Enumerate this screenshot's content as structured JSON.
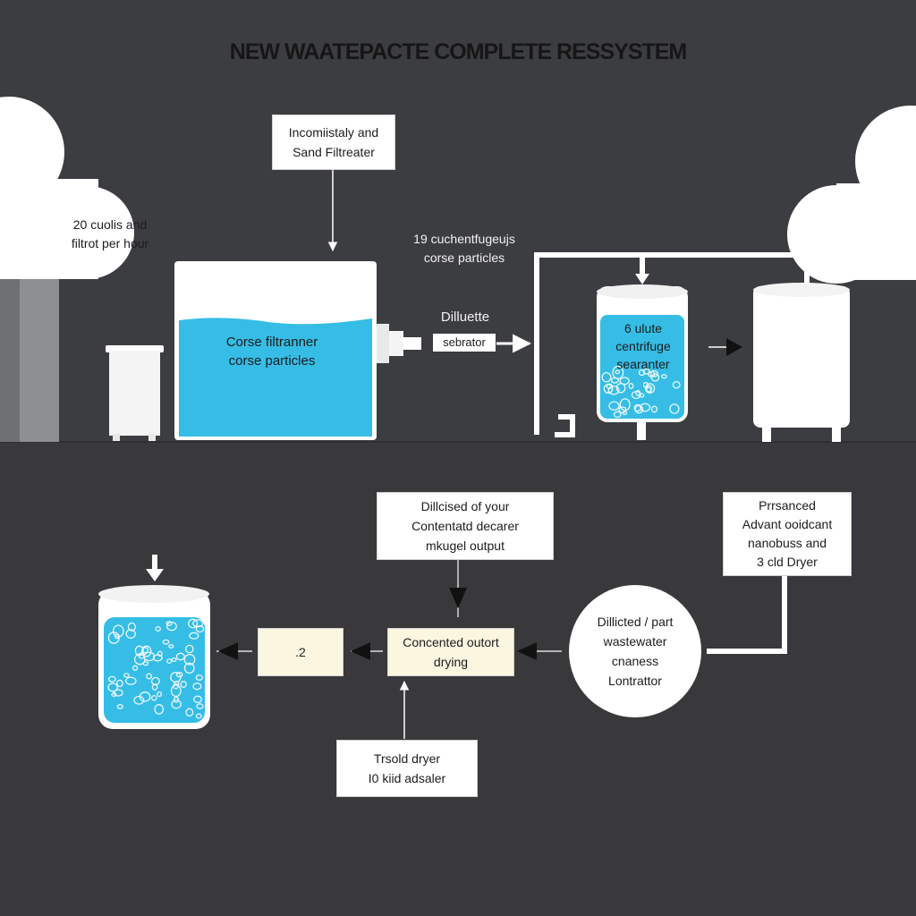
{
  "title": "NEW WAATEPACTE COMPLETE RESSYSTEM",
  "colors": {
    "background": "#3b3c3f",
    "lower_panel": "#3a3b3e",
    "water": "#35bde6",
    "tank_white": "#ffffff",
    "cream_box": "#fbf6e0"
  },
  "top": {
    "callout_filter": {
      "line1": "Incomiistaly and",
      "line2": "Sand Filtreater"
    },
    "rate_note": {
      "line1": "20 cuolis and",
      "line2": "filtrot per hour"
    },
    "main_tank": {
      "line1": "Corse filtranner",
      "line2": "corse particles"
    },
    "centrifuge_note": {
      "line1": "19 cuchentfugeujs",
      "line2": "corse particles"
    },
    "dilute_note": {
      "line1": "Dilluette",
      "line2": "sebrator"
    },
    "centrifuge_tank": {
      "line1": "6 ulute",
      "line2": "centrifuge",
      "line3": "searanter"
    }
  },
  "bottom": {
    "top_box": {
      "line1": "Dillcised of your",
      "line2": "Contentatd decarer",
      "line3": "mkugel output"
    },
    "right_box": {
      "line1": "Prrsanced",
      "line2": "Advant ooidcant",
      "line3": "nanobuss and",
      "line4": "3 cld Dryer"
    },
    "circle": {
      "line1": "Dillicted / part",
      "line2": "wastewater",
      "line3": "cnaness",
      "line4": "Lontrattor"
    },
    "mid_box": {
      "line1": "Concented outort",
      "line2": "drying"
    },
    "small_box": {
      "line1": ".2"
    },
    "dryer_box": {
      "line1": "Trsold dryer",
      "line2": "I0 kiid adsaler"
    }
  }
}
